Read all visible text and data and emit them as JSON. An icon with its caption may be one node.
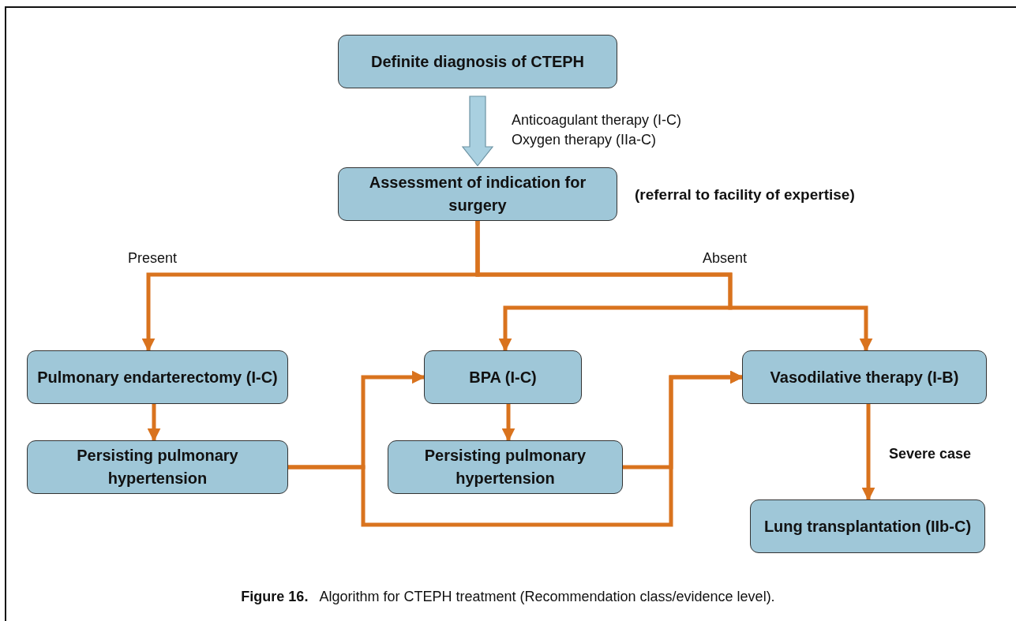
{
  "diagram": {
    "caption": "**Figure 16.**   Algorithm for CTEPH treatment (Recommendation class/evidence level).",
    "nodes": [
      {
        "text": [
          "Definite diagnosis of CTEPH"
        ]
      },
      {
        "text": [
          "Assessment of indication for surgery"
        ],
        "beside": [
          "(referral to facility of expertise)"
        ]
      },
      {
        "text": [
          "Pulmonary endarterectomy (I-C)"
        ]
      },
      {
        "text": [
          "Persisting pulmonary hypertension"
        ]
      },
      {
        "text": [
          "BPA (I-C)"
        ]
      },
      {
        "text": [
          "Persisting pulmonary hypertension"
        ]
      },
      {
        "text": [
          "Vasodilative therapy (I-B)"
        ]
      },
      {
        "text": [
          "Lung transplantation (IIb-C)"
        ]
      }
    ],
    "edges": [
      {
        "from": 0,
        "to": 1,
        "arrow": "to",
        "label": "Anticoagulant therapy (I-C) Oxygen therapy (IIa-C)",
        "style": "thick",
        "color": "#a9d0e0"
      },
      {
        "from": 1,
        "to": 2,
        "arrow": "to",
        "label": "Present"
      },
      {
        "from": 1,
        "to": 4,
        "arrow": "to",
        "label": "Absent"
      },
      {
        "from": 1,
        "to": 6,
        "arrow": "to"
      },
      {
        "from": 2,
        "to": 3,
        "arrow": "to"
      },
      {
        "from": 4,
        "to": 5,
        "arrow": "to"
      },
      {
        "from": 6,
        "to": 7,
        "arrow": "to",
        "label": "Severe case"
      },
      {
        "from": 3,
        "to": 4,
        "arrow": "to"
      },
      {
        "from": 3,
        "to": 6,
        "arrow": "to"
      },
      {
        "from": 5,
        "to": 6,
        "arrow": "to"
      }
    ]
  }
}
